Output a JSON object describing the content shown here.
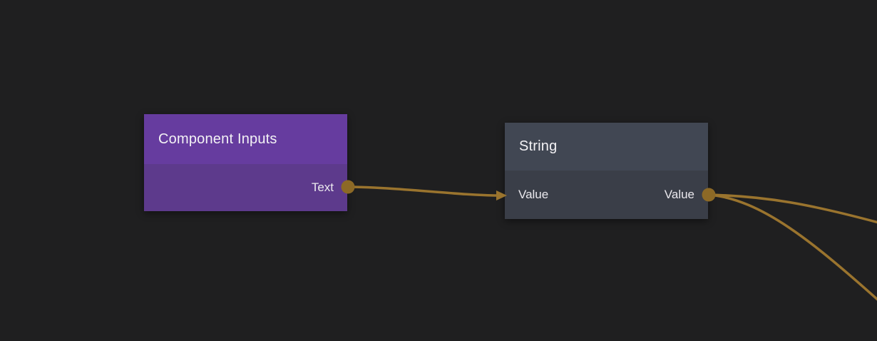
{
  "canvas": {
    "background_color": "#1f1f20"
  },
  "nodes": [
    {
      "id": "component-inputs",
      "title": "Component Inputs",
      "header_color": "#663c9f",
      "body_color": "#5d3a8c",
      "inputs": [],
      "outputs": [
        {
          "label": "Text"
        }
      ]
    },
    {
      "id": "string",
      "title": "String",
      "header_color": "#414753",
      "body_color": "#3a3e48",
      "inputs": [
        {
          "label": "Value"
        }
      ],
      "outputs": [
        {
          "label": "Value"
        }
      ]
    }
  ],
  "connections": {
    "wire_color": "#9a742e",
    "port_dot_color": "#8c6926",
    "edges": [
      {
        "from": "Component Inputs / Text",
        "to": "String / Value"
      },
      {
        "from": "String / Value",
        "to": "off-screen right (upper)"
      },
      {
        "from": "String / Value",
        "to": "off-screen right (lower)"
      }
    ]
  }
}
